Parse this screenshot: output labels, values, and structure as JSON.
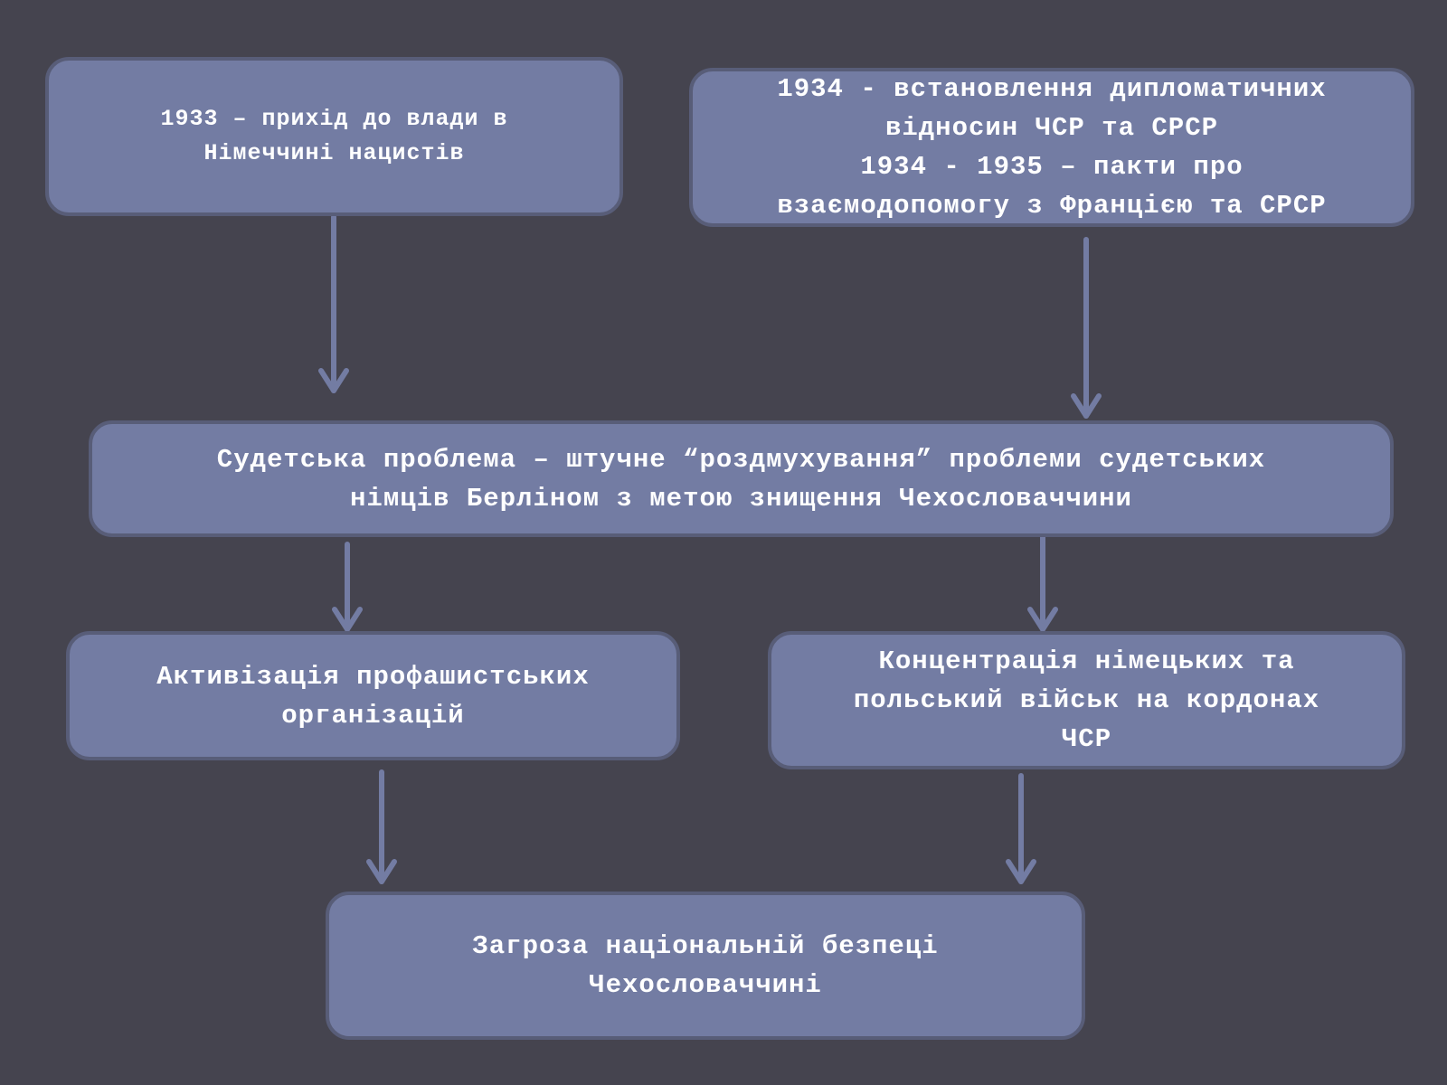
{
  "diagram": {
    "type": "flowchart",
    "colors": {
      "background": "#45444f",
      "box_fill": "#737ca3",
      "box_border": "#585d78",
      "arrow": "#737ca3",
      "text": "#ffffff"
    },
    "nodes": {
      "n1933": {
        "lines": [
          "1933 – прихід до влади в",
          "Німеччині нацистів"
        ]
      },
      "n1934": {
        "lines": [
          "1934 -  встановлення дипломатичних",
          "відносин ЧСР та СРСР",
          "1934 - 1935 – пакти про",
          "взаємодопомогу з Францією та СРСР"
        ]
      },
      "sudeten": {
        "lines": [
          "Судетська проблема – штучне “роздмухування” проблеми судетських",
          "німців Берліном з метою знищення Чехословаччини"
        ]
      },
      "activation": {
        "lines": [
          "Активізація профашистських",
          "організацій"
        ]
      },
      "concentration": {
        "lines": [
          "Концентрація німецьких та",
          "польський військ на кордонах",
          "ЧСР"
        ]
      },
      "threat": {
        "lines": [
          "Загроза національній безпеці",
          "Чехословаччині"
        ]
      }
    },
    "edges": [
      {
        "from": "n1933",
        "to": "sudeten"
      },
      {
        "from": "n1934",
        "to": "sudeten"
      },
      {
        "from": "sudeten",
        "to": "activation"
      },
      {
        "from": "sudeten",
        "to": "concentration"
      },
      {
        "from": "activation",
        "to": "threat"
      },
      {
        "from": "concentration",
        "to": "threat"
      }
    ]
  }
}
